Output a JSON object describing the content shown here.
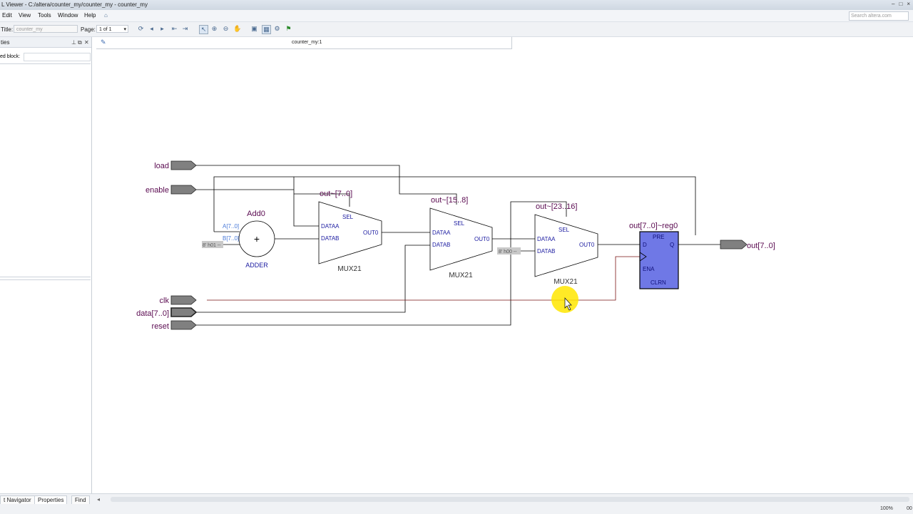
{
  "window": {
    "title": "L Viewer - C:/altera/counter_my/counter_my - counter_my",
    "controls": [
      "–",
      "□",
      "×"
    ]
  },
  "menu": {
    "items": [
      "Edit",
      "View",
      "Tools",
      "Window",
      "Help"
    ],
    "search_placeholder": "Search altera.com"
  },
  "toolbar": {
    "title_label": "Title:",
    "title_value": "counter_my",
    "page_label": "Page:",
    "page_value": "1 of 1"
  },
  "left_panel": {
    "header": "ties",
    "selected_block_label": "ed block:"
  },
  "document_tab": {
    "label": "counter_my:1"
  },
  "bottom_tabs": [
    "t Navigator",
    "Properties",
    "Find"
  ],
  "status": {
    "zoom": "100%",
    "extra": "00"
  },
  "schematic": {
    "ports_in": [
      "load",
      "enable",
      "clk",
      "data[7..0]",
      "reset"
    ],
    "port_out": "out[7..0]",
    "adder": {
      "name": "Add0",
      "type": "ADDER",
      "symbol": "+",
      "pin_a": "A[7..0]",
      "pin_b": "B[7..0]",
      "const_b": "8' h01 --"
    },
    "mux1": {
      "name": "out~[7..0]",
      "type": "MUX21",
      "sel": "SEL",
      "dataa": "DATAA",
      "datab": "DATAB",
      "out": "OUT0"
    },
    "mux2": {
      "name": "out~[15..8]",
      "type": "MUX21",
      "sel": "SEL",
      "dataa": "DATAA",
      "datab": "DATAB",
      "out": "OUT0"
    },
    "mux3": {
      "name": "out~[23..16]",
      "type": "MUX21",
      "sel": "SEL",
      "dataa": "DATAA",
      "datab": "DATAB",
      "out": "OUT0",
      "const_a": "8' h00 --"
    },
    "reg": {
      "name": "out[7..0]~reg0",
      "pre": "PRE",
      "d": "D",
      "q": "Q",
      "ena": "ENA",
      "clrn": "CLRN"
    }
  },
  "colors": {
    "port_text": "#5a0a50",
    "block_label": "#1a1aa0",
    "reg_fill": "#6f78e6",
    "wire": "#000000",
    "clk_wire": "#7a1414",
    "highlight": "#ffe600"
  }
}
